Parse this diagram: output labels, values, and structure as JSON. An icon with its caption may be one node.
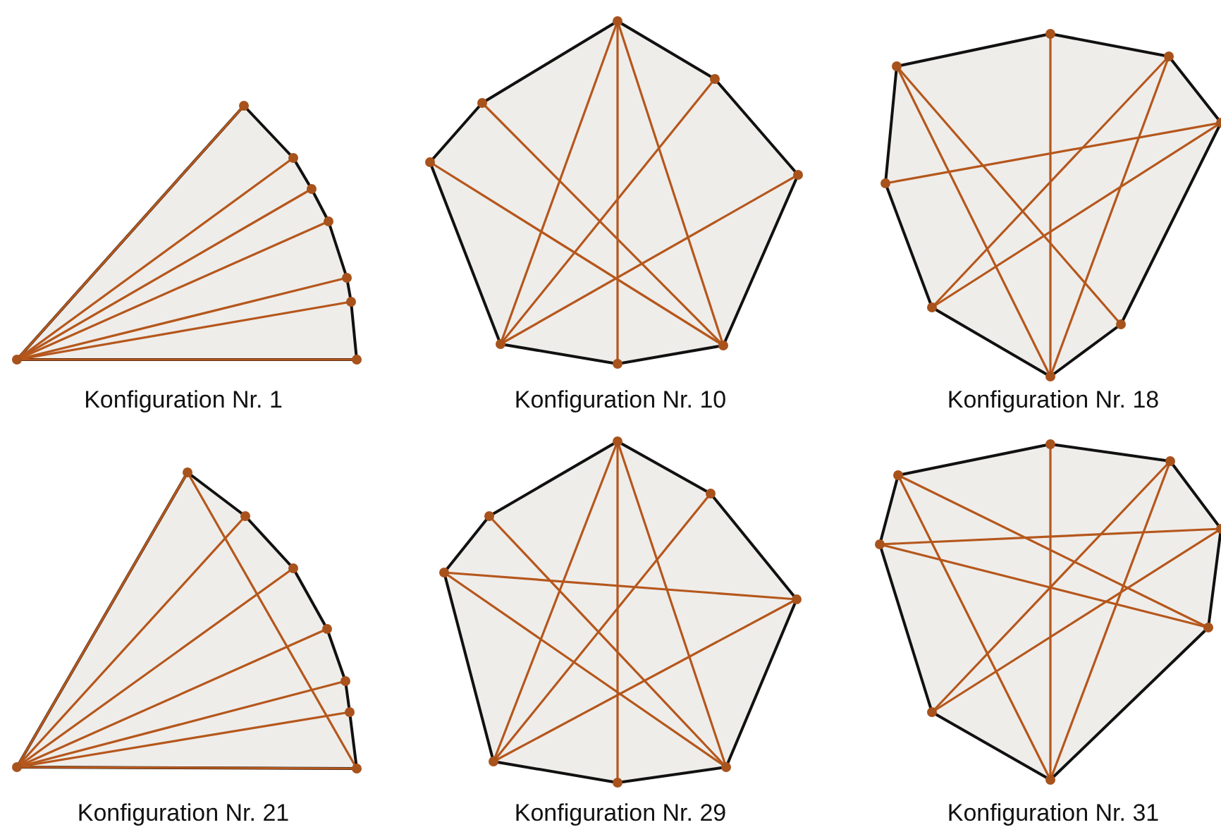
{
  "diagram": {
    "labels": [
      "Konfiguration Nr. 1",
      "Konfiguration Nr. 10",
      "Konfiguration Nr. 18",
      "Konfiguration Nr. 21",
      "Konfiguration Nr. 29",
      "Konfiguration Nr. 31"
    ]
  }
}
